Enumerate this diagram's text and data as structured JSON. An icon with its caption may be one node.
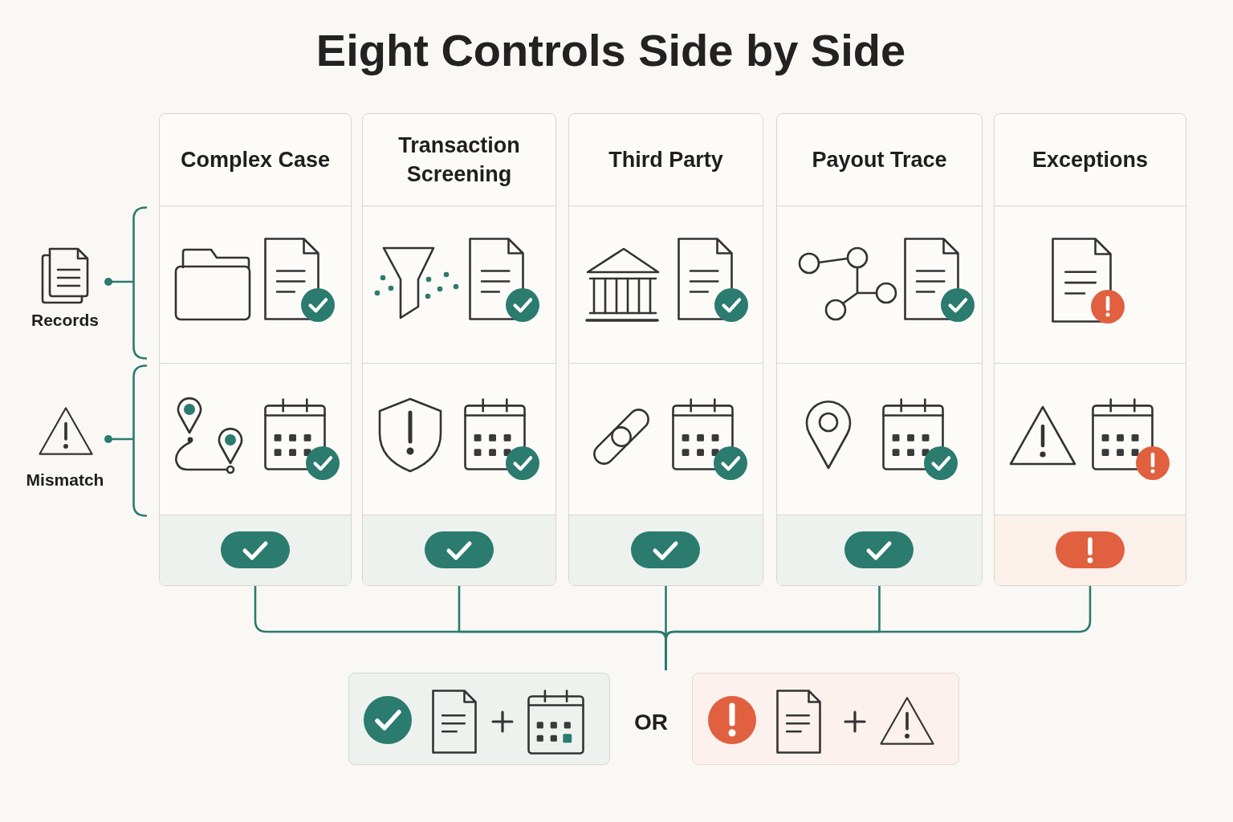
{
  "diagram": {
    "title": "Eight Controls Side by Side",
    "nodes": [
      {
        "text": [
          "Complex Case"
        ]
      },
      {
        "text": [
          "Transaction Screening"
        ]
      },
      {
        "text": [
          "Third Party"
        ]
      },
      {
        "text": [
          "Payout Trace"
        ]
      },
      {
        "text": [
          "Exceptions"
        ]
      },
      {
        "text": [
          "Records"
        ]
      },
      {
        "text": [
          "Mismatch"
        ]
      },
      {
        "text": [],
        "shape": "bracket"
      },
      {
        "text": [],
        "shape": "bracket"
      },
      {
        "text": [],
        "shape": "box"
      },
      {
        "text": [],
        "shape": "box"
      }
    ],
    "edges": [
      {
        "from": 0,
        "to": null,
        "arrow": "none"
      },
      {
        "from": 1,
        "to": null,
        "arrow": "none"
      },
      {
        "from": 2,
        "to": null,
        "arrow": "none"
      },
      {
        "from": 3,
        "to": null,
        "arrow": "none"
      },
      {
        "from": 4,
        "to": null,
        "arrow": "none"
      },
      {
        "from": 5,
        "to": 7,
        "arrow": "other"
      },
      {
        "from": 6,
        "to": 8,
        "arrow": "other"
      }
    ],
    "labels": [
      "OR"
    ]
  }
}
